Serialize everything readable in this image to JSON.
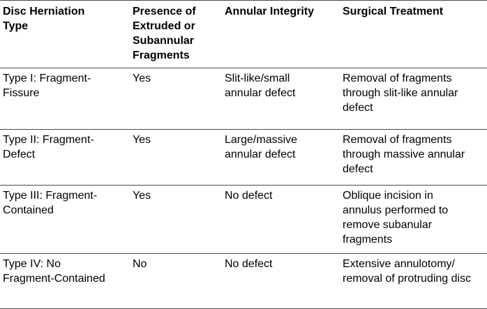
{
  "colors": {
    "background": "#ffffff",
    "text": "#000000",
    "rule_lines": "#4a4a4a"
  },
  "table": {
    "headers": [
      "Disc Herniation Type",
      "Presence of Extruded or Subannular Fragments",
      "Annular Integrity",
      "Surgical Treatment"
    ],
    "rows": [
      [
        "Type I: Fragment-Fissure",
        "Yes",
        "Slit-like/small annular defect",
        "Removal of fragments through slit-like annular defect"
      ],
      [
        "Type II: Fragment-Defect",
        "Yes",
        "Large/massive annular defect",
        "Removal of fragments through massive annular defect"
      ],
      [
        "Type III: Fragment-Contained",
        "Yes",
        "No defect",
        "Oblique incision in annulus performed to remove subanular fragments"
      ],
      [
        "Type IV: No Fragment-Contained",
        "No",
        "No defect",
        "Extensive annulotomy/ removal of protruding disc"
      ]
    ]
  }
}
